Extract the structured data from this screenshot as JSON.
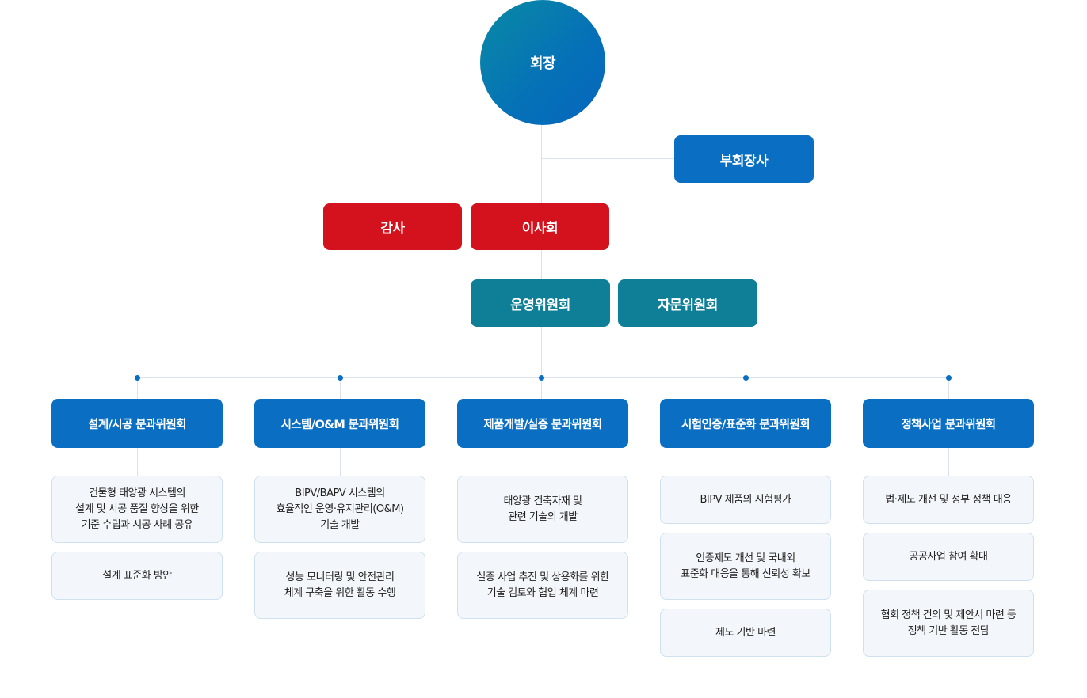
{
  "org": {
    "chairman": "회장",
    "vice_chairman": "부회장사",
    "auditor": "감사",
    "board": "이사회",
    "operating_committee": "운영위원회",
    "advisory_committee": "자문위원회"
  },
  "subcommittees": [
    {
      "title": "설계/시공 분과위원회",
      "tasks": [
        "건물형 태양광 시스템의\n설계 및 시공 품질 향상을 위한\n기준 수립과 시공 사례 공유",
        "설계 표준화 방안"
      ]
    },
    {
      "title": "시스템/O&M 분과위원회",
      "tasks": [
        "BIPV/BAPV 시스템의\n효율적인 운영·유지관리(O&M)\n기술 개발",
        "성능 모니터링 및 안전관리\n체계 구축을 위한 활동 수행"
      ]
    },
    {
      "title": "제품개발/실증 분과위원회",
      "tasks": [
        "태양광 건축자재 및\n관련 기술의 개발",
        "실증 사업 추진 및 상용화를 위한\n기술 검토와 협업 체계 마련"
      ]
    },
    {
      "title": "시험인증/표준화 분과위원회",
      "tasks": [
        "BIPV 제품의 시험평가",
        "인증제도 개선 및 국내외\n표준화 대응을 통해 신뢰성 확보",
        "제도 기반 마련"
      ]
    },
    {
      "title": "정책사업 분과위원회",
      "tasks": [
        "법·제도 개선 및 정부 정책 대응",
        "공공사업 참여 확대",
        "협회 정책 건의 및 제안서 마련 등\n정책 기반 활동 전담"
      ]
    }
  ]
}
